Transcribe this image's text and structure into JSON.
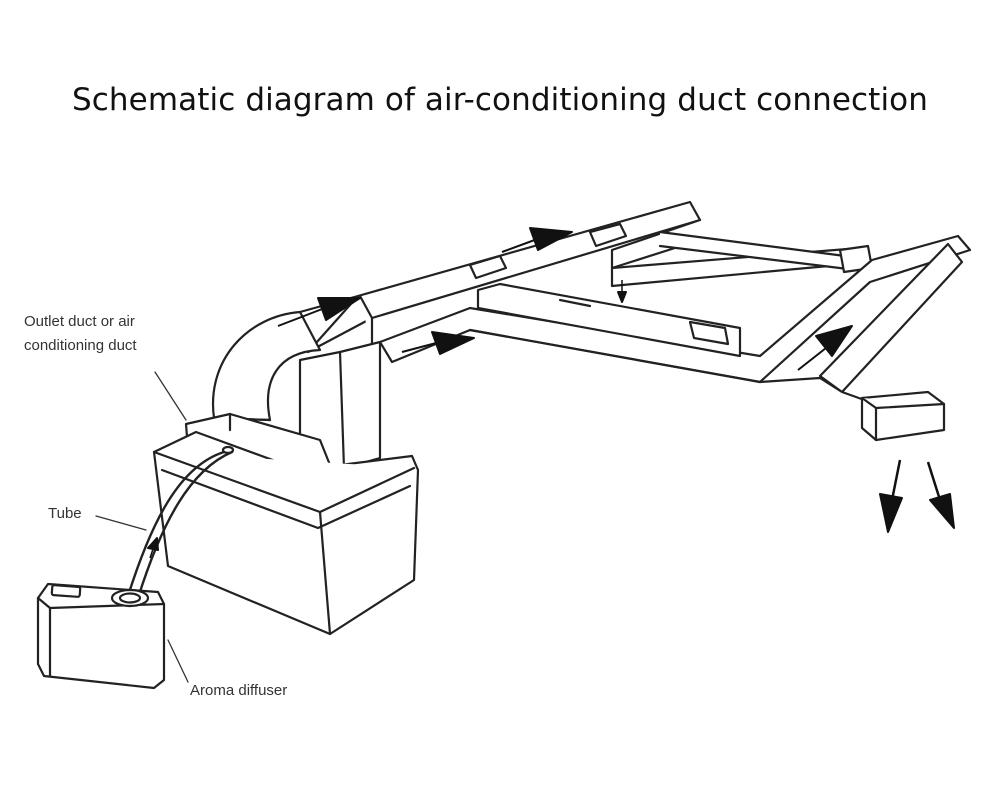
{
  "title": "Schematic diagram of air-conditioning duct connection",
  "labels": {
    "outlet_duct_line1": "Outlet duct or air",
    "outlet_duct_line2": "conditioning duct",
    "tube": "Tube",
    "aroma_diffuser": "Aroma diffuser"
  }
}
